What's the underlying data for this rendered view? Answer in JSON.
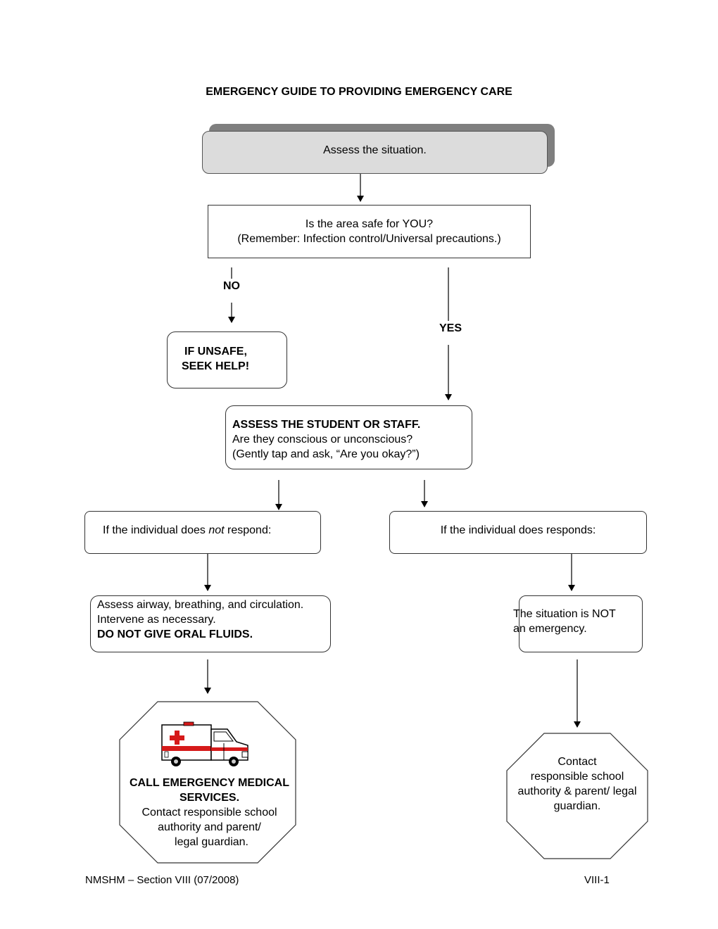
{
  "title": "EMERGENCY GUIDE TO PROVIDING EMERGENCY CARE",
  "nodes": {
    "assess_situation": "Assess the situation.",
    "area_safe": {
      "line1": "Is the area safe for YOU?",
      "line2": "(Remember: Infection control/Universal precautions.)"
    },
    "no_label": "NO",
    "yes_label": "YES",
    "unsafe": {
      "line1": "IF UNSAFE,",
      "line2": "SEEK HELP!"
    },
    "assess_student": {
      "line1": "ASSESS THE STUDENT OR STAFF.",
      "line2": "Are they conscious or unconscious?",
      "line3": "(Gently tap and ask, “Are you okay?”)"
    },
    "not_respond": {
      "before": "If the individual does ",
      "emph": "not",
      "after": " respond:"
    },
    "responds": "If the individual does responds:",
    "airway": {
      "line1": "Assess airway, breathing, and circulation.",
      "line2": "Intervene as necessary.",
      "line3": "DO NOT GIVE ORAL FLUIDS."
    },
    "not_emergency": {
      "line1": "The situation is NOT",
      "line2": "an emergency."
    },
    "call_ems": {
      "line1": "CALL EMERGENCY MEDICAL",
      "line2": "SERVICES.",
      "line3": "Contact responsible school",
      "line4": "authority and parent/",
      "line5": "legal guardian."
    },
    "contact": {
      "line1": "Contact",
      "line2": "responsible school",
      "line3": "authority & parent/ legal",
      "line4": "guardian."
    }
  },
  "footer": {
    "left": "NMSHM – Section VIII (07/2008)",
    "right": "VIII-1"
  },
  "colors": {
    "shadow": "#7f7f7f",
    "assess_fill": "#dcdcdc",
    "ambulance_red": "#d61a1a"
  }
}
